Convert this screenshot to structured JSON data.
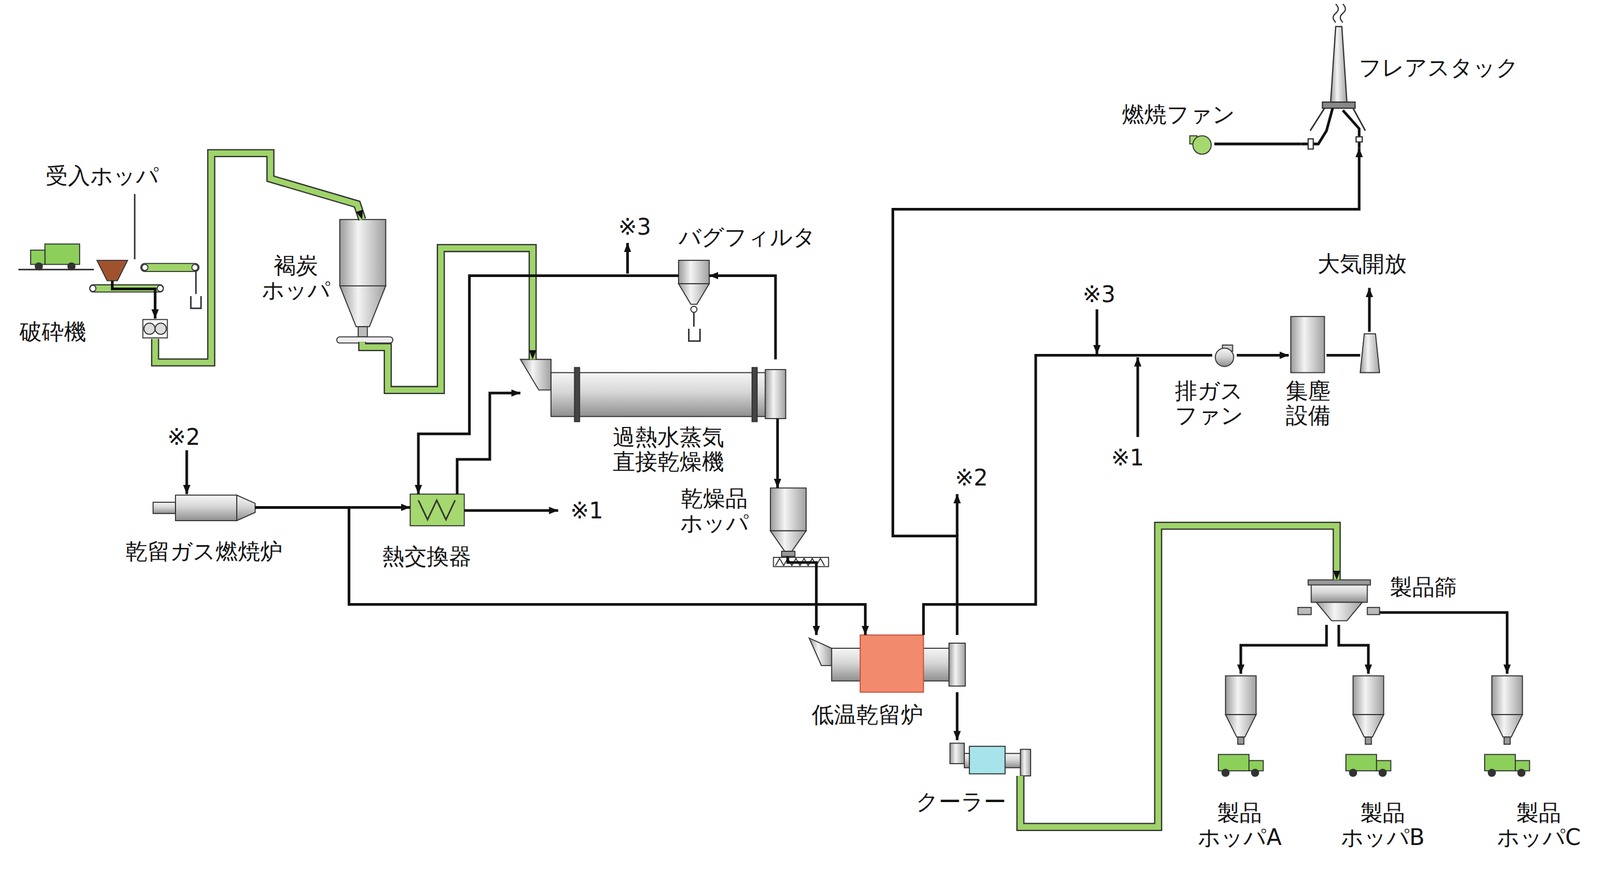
{
  "diagram": {
    "nodes": [
      {
        "text": [
          "受入ホッパ"
        ]
      },
      {
        "text": [
          "破砕機"
        ]
      },
      {
        "text": [
          "褐炭 ホッパ"
        ]
      },
      {
        "text": [
          "バグフィルタ"
        ]
      },
      {
        "text": [
          "過熱水蒸気 直接乾燥機"
        ]
      },
      {
        "text": [
          "乾留ガス燃焼炉"
        ]
      },
      {
        "text": [
          "熱交換器"
        ]
      },
      {
        "text": [
          "乾燥品 ホッパ"
        ]
      },
      {
        "text": [
          "低温乾留炉"
        ]
      },
      {
        "text": [
          "クーラー"
        ]
      },
      {
        "text": [
          "燃焼ファン"
        ]
      },
      {
        "text": [
          "フレアスタック"
        ]
      },
      {
        "text": [
          "排ガス ファン"
        ]
      },
      {
        "text": [
          "集塵 設備"
        ]
      },
      {
        "text": [
          "大気開放"
        ]
      },
      {
        "text": [
          "製品篩"
        ]
      },
      {
        "text": [
          "製品 ホッパA"
        ]
      },
      {
        "text": [
          "製品 ホッパB"
        ]
      },
      {
        "text": [
          "製品 ホッパC"
        ]
      }
    ],
    "edges": [
      {
        "from": 0,
        "to": 1,
        "arrow": "to"
      },
      {
        "from": 1,
        "to": 2,
        "arrow": "to"
      },
      {
        "from": 2,
        "to": 4,
        "arrow": "to"
      },
      {
        "from": 4,
        "to": 3,
        "arrow": "to"
      },
      {
        "from": 3,
        "to": 6,
        "arrow": "to"
      },
      {
        "from": 6,
        "to": 4,
        "arrow": "to"
      },
      {
        "from": 4,
        "to": 7,
        "arrow": "to"
      },
      {
        "from": 5,
        "to": 6,
        "arrow": "to"
      },
      {
        "from": 5,
        "to": 8,
        "arrow": "to"
      },
      {
        "from": 7,
        "to": 8,
        "arrow": "to"
      },
      {
        "from": 8,
        "to": 9,
        "arrow": "to"
      },
      {
        "from": 8,
        "to": 11,
        "arrow": "to"
      },
      {
        "from": 10,
        "to": 11,
        "arrow": "none"
      },
      {
        "from": 8,
        "to": 12,
        "arrow": "none"
      },
      {
        "from": 12,
        "to": 13,
        "arrow": "to"
      },
      {
        "from": 13,
        "to": 14,
        "arrow": "none"
      },
      {
        "from": 9,
        "to": 15,
        "arrow": "to"
      },
      {
        "from": 15,
        "to": 16,
        "arrow": "to"
      },
      {
        "from": 15,
        "to": 17,
        "arrow": "to"
      },
      {
        "from": 15,
        "to": 18,
        "arrow": "to"
      }
    ],
    "labels": [
      "※3",
      "※2",
      "※1",
      "※2",
      "※3",
      "※1"
    ]
  }
}
